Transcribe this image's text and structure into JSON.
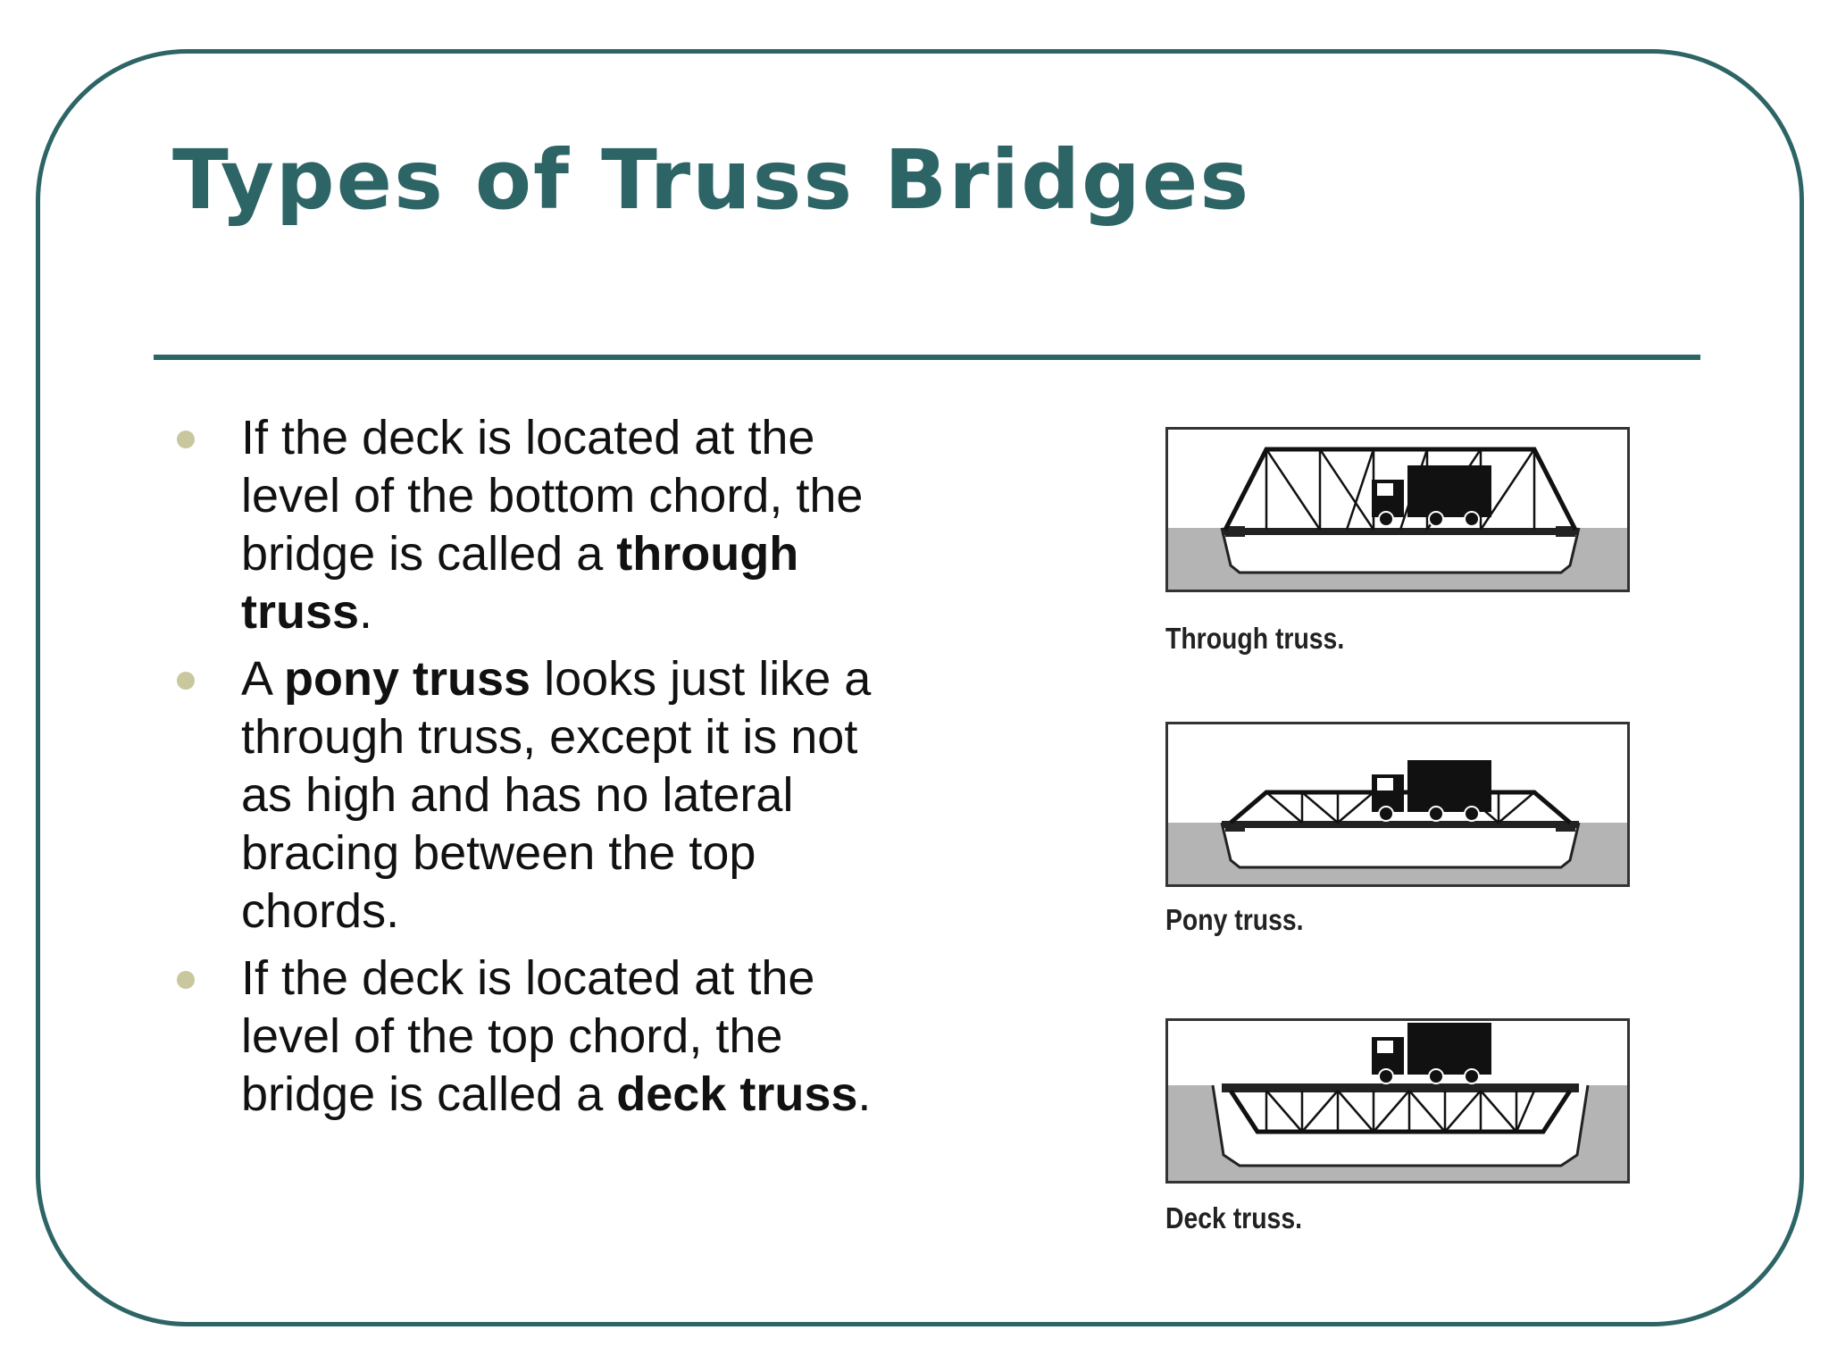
{
  "slide": {
    "title": "Types of Truss Bridges",
    "colors": {
      "accent": "#2d6466",
      "bullet": "#c9c79e",
      "text": "#111111"
    }
  },
  "bullets": [
    {
      "parts": [
        {
          "text": "If the deck is located at the level of the bottom chord, the bridge is called a ",
          "bold": false
        },
        {
          "text": "through truss",
          "bold": true
        },
        {
          "text": ".",
          "bold": false
        }
      ]
    },
    {
      "parts": [
        {
          "text": "A ",
          "bold": false
        },
        {
          "text": "pony truss",
          "bold": true
        },
        {
          "text": " looks just like a through truss, except it is not as high and has no lateral bracing between the top chords.",
          "bold": false
        }
      ]
    },
    {
      "parts": [
        {
          "text": "If the deck is located at the level of the top chord, the bridge is called a ",
          "bold": false
        },
        {
          "text": "deck truss",
          "bold": true
        },
        {
          "text": ".",
          "bold": false
        }
      ]
    }
  ],
  "figures": [
    {
      "type": "through",
      "caption": "Through truss."
    },
    {
      "type": "pony",
      "caption": "Pony truss."
    },
    {
      "type": "deck",
      "caption": "Deck truss."
    }
  ]
}
